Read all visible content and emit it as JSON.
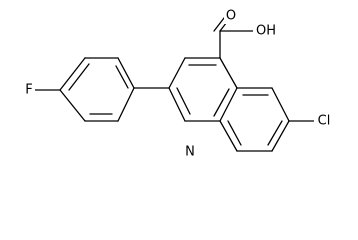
{
  "structure": {
    "atoms": {
      "oxygen_carbonyl": "O",
      "hydroxyl": "OH",
      "fluorine": "F",
      "nitrogen": "N",
      "chlorine": "Cl"
    }
  }
}
